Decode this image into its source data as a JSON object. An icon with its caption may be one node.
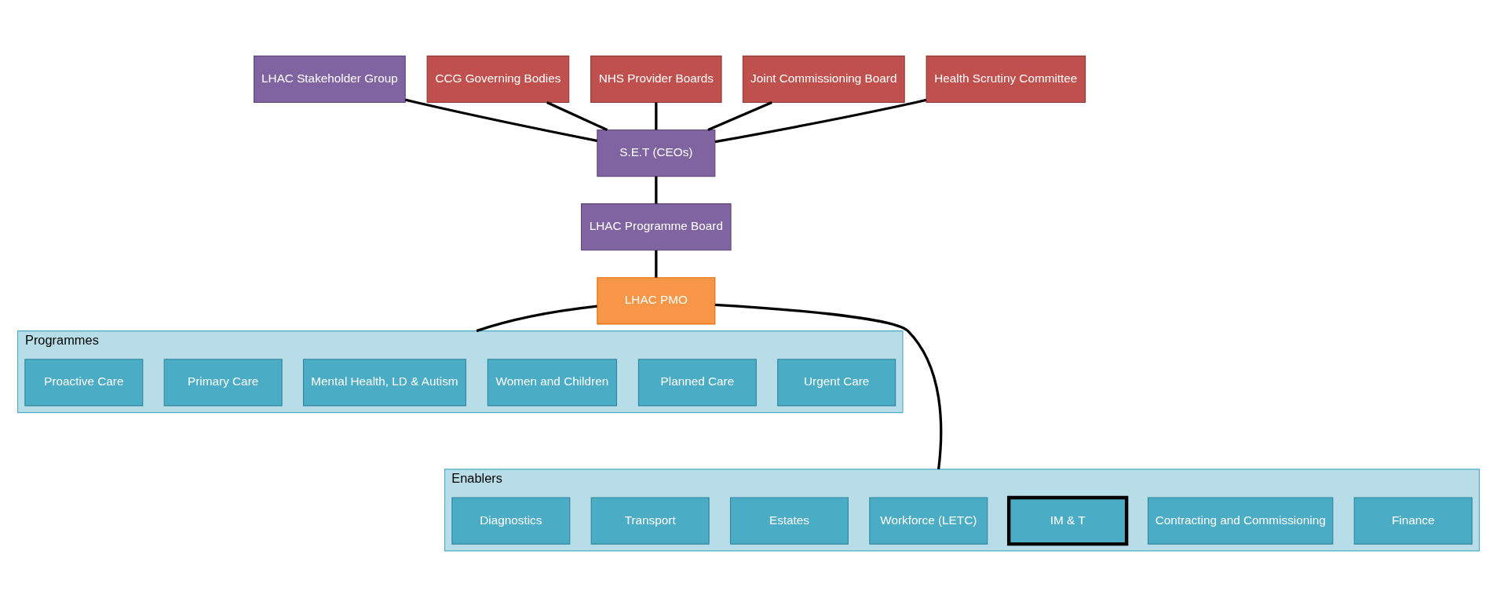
{
  "diagram": {
    "nodes": [
      {
        "text": [
          "LHAC Stakeholder Group"
        ]
      },
      {
        "text": [
          "CCG Governing Bodies"
        ]
      },
      {
        "text": [
          "NHS Provider Boards"
        ]
      },
      {
        "text": [
          "Joint Commissioning Board"
        ]
      },
      {
        "text": [
          "Health Scrutiny Committee"
        ]
      },
      {
        "text": [
          "S.E.T (CEOs)"
        ]
      },
      {
        "text": [
          "LHAC Programme Board"
        ]
      },
      {
        "text": [
          "LHAC PMO"
        ]
      },
      {
        "text": [
          "Programmes"
        ]
      },
      {
        "text": [
          "Urgent Care"
        ],
        "in": 8
      },
      {
        "text": [
          "Planned Care"
        ],
        "in": 8
      },
      {
        "text": [
          "Women and Children"
        ],
        "in": 8
      },
      {
        "text": [
          "Mental Health, LD & Autism"
        ],
        "in": 8
      },
      {
        "text": [
          "Primary Care"
        ],
        "in": 8
      },
      {
        "text": [
          "Proactive Care"
        ],
        "in": 8
      },
      {
        "text": [
          "Enablers"
        ]
      },
      {
        "text": [
          "Finance"
        ],
        "in": 15
      },
      {
        "text": [
          "Contracting and Commissioning"
        ],
        "in": 15
      },
      {
        "text": [
          "IM & T"
        ],
        "in": 15
      },
      {
        "text": [
          "Workforce (LETC)"
        ],
        "in": 15
      },
      {
        "text": [
          "Estates"
        ],
        "in": 15
      },
      {
        "text": [
          "Transport"
        ],
        "in": 15
      },
      {
        "text": [
          "Diagnostics"
        ],
        "in": 15
      }
    ],
    "edges": [
      {
        "from": 0,
        "to": 5,
        "arrow": "none"
      },
      {
        "from": 1,
        "to": 5,
        "arrow": "none"
      },
      {
        "from": 2,
        "to": 5,
        "arrow": "none"
      },
      {
        "from": 3,
        "to": 5,
        "arrow": "none"
      },
      {
        "from": 4,
        "to": 5,
        "arrow": "none"
      },
      {
        "from": 5,
        "to": 6,
        "arrow": "none"
      },
      {
        "from": 6,
        "to": 7,
        "arrow": "none"
      },
      {
        "from": 7,
        "to": 8,
        "arrow": "none"
      },
      {
        "from": 7,
        "to": 15,
        "arrow": "none"
      }
    ]
  }
}
